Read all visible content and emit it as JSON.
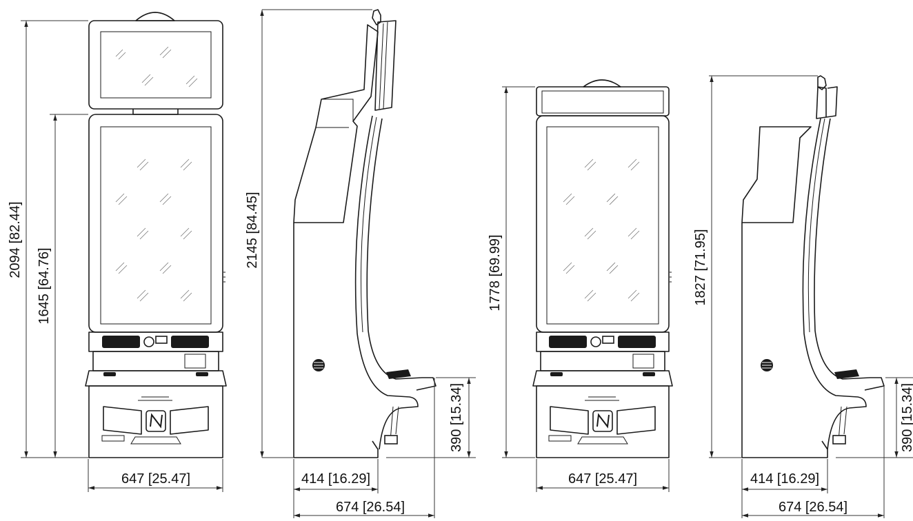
{
  "view_a": {
    "height_total": "2094 [82.44]",
    "height_main": "1645 [64.76]",
    "width": "647 [25.47]"
  },
  "view_b": {
    "height_total": "2145 [84.45]",
    "depth_body": "414 [16.29]",
    "depth_total": "674 [26.54]",
    "height_deck": "390 [15.34]"
  },
  "view_c": {
    "height_total": "1778 [69.99]",
    "width": "647 [25.47]"
  },
  "view_d": {
    "height_total": "1827 [71.95]",
    "depth_body": "414 [16.29]",
    "depth_total": "674 [26.54]",
    "height_deck": "390 [15.34]"
  },
  "icons": {
    "logo": "N-logo-icon"
  }
}
